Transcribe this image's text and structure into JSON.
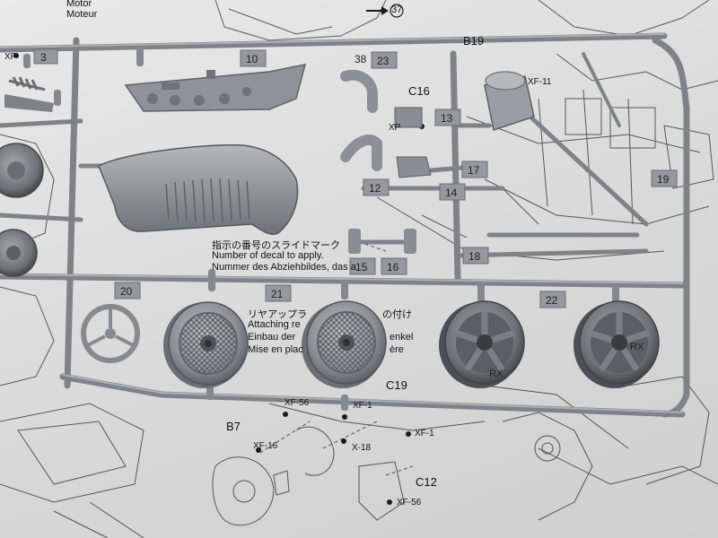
{
  "instructions": {
    "motor": [
      "Motor",
      "Moteur"
    ],
    "decal_text": [
      "指示の番号のスライドマーク",
      "Number of decal to apply.",
      "Nummer des Abziehbildes, das a"
    ],
    "attach_text": [
      "リヤアップラ",
      "Attaching re",
      "Einbau der",
      "Mise en plac"
    ],
    "attach_suffix": [
      "の付け",
      "enkel",
      "ère"
    ],
    "step_ref": "37"
  },
  "part_labels": {
    "b19": "B19",
    "c16": "C16",
    "c19": "C19",
    "c12": "C12",
    "b7": "B7",
    "xf1_top": "XF-1",
    "xf11": "XF-11",
    "xf_left": "XF-",
    "xf56_a": "XF-56",
    "xf56_b": "XF-56",
    "xf16": "XF-16",
    "xf1_b": "XF-1",
    "x18": "X-18",
    "xp": "XP"
  },
  "sprue_numbers": [
    "3",
    "10",
    "23",
    "38",
    "13",
    "12",
    "14",
    "17",
    "19",
    "18",
    "15",
    "16",
    "20",
    "21",
    "22"
  ],
  "wheel_marks": [
    "RX",
    "RX"
  ],
  "colors": {
    "sprue": "#8e9195",
    "sprue_dark": "#5c5f63",
    "sprue_light": "#b7babd",
    "paper": "#e4e4e4",
    "ink": "#1e1e1e"
  }
}
